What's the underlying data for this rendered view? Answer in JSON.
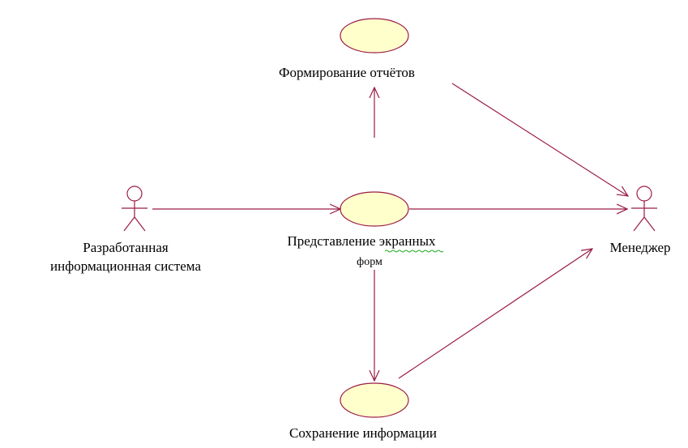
{
  "colors": {
    "line": "#9b1b46",
    "usecase_fill": "#ffffcc",
    "actor_stroke": "#9b1b46",
    "spellcheck": "#22aa22"
  },
  "actors": {
    "system": {
      "line1": "Разработанная",
      "line2": "информационная система"
    },
    "manager": {
      "label": "Менеджер"
    }
  },
  "use_cases": {
    "reports": {
      "label": "Формирование отчётов"
    },
    "forms": {
      "line1": "Представление экранных",
      "line2": "форм"
    },
    "save": {
      "label": "Сохранение информации"
    }
  }
}
